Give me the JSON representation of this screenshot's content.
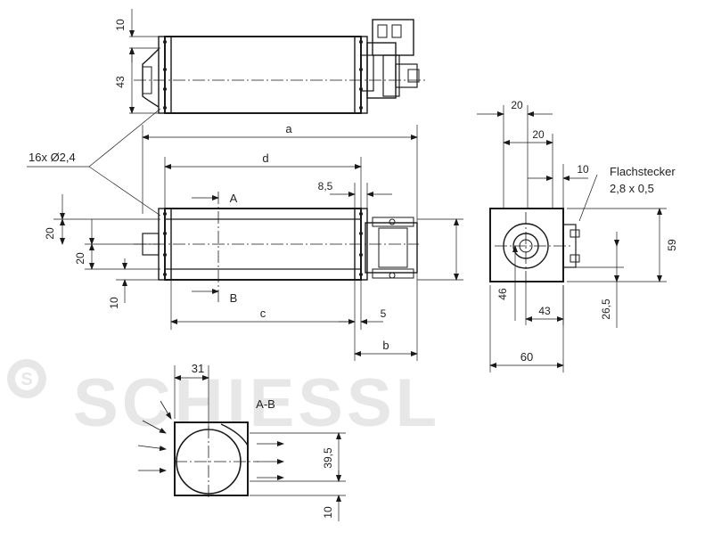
{
  "watermark": {
    "text": "SCHIESSL",
    "color": "#e4e4e4"
  },
  "labels": {
    "dim_10_top": "10",
    "dim_43": "43",
    "dim_a": "a",
    "dim_d": "d",
    "holes": "16x Ø2,4",
    "section_A": "A",
    "section_B": "B",
    "dim_8_5": "8,5",
    "dim_20_left_a": "20",
    "dim_20_left_b": "20",
    "dim_10_left": "10",
    "dim_c": "c",
    "dim_5": "5",
    "dim_b": "b",
    "side_20_a": "20",
    "side_20_b": "20",
    "side_10": "10",
    "connector_1": "Flachstecker",
    "connector_2": "2,8 x 0,5",
    "dim_59": "59",
    "dim_46": "46",
    "dim_43_side": "43",
    "dim_26_5": "26,5",
    "dim_60": "60",
    "dim_31": "31",
    "section_AB": "A-B",
    "dim_39_5": "39,5",
    "dim_10_bottom": "10"
  },
  "colors": {
    "line": "#1a1a1a",
    "part_fill": "#ffffff"
  }
}
